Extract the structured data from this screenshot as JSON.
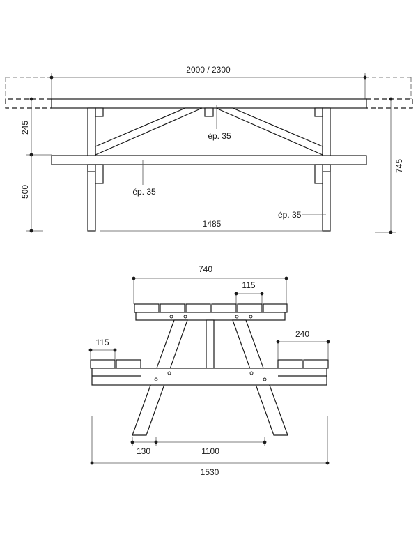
{
  "side_view": {
    "total_length": "2000 / 2300",
    "top_height": "245",
    "seat_height": "500",
    "total_height": "745",
    "leg_spacing": "1485",
    "top_thickness": "ép. 35",
    "seat_thickness": "ép. 35",
    "leg_thickness": "ép. 35"
  },
  "end_view": {
    "top_width": "740",
    "plank_width": "115",
    "seat_plank_width": "115",
    "seat_width": "240",
    "foot_width": "130",
    "foot_spacing": "1100",
    "total_width": "1530"
  }
}
